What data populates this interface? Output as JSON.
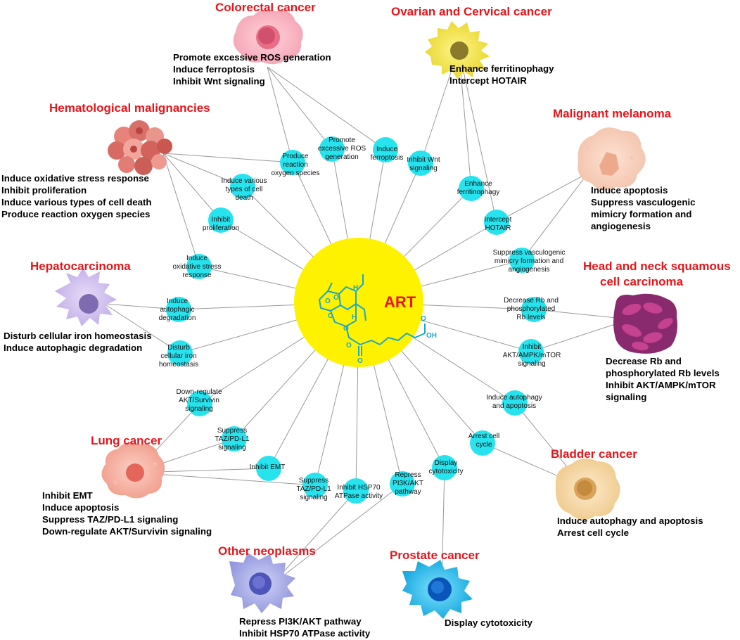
{
  "center": {
    "label": "ART",
    "color": "#fff200",
    "label_color": "#e8141a"
  },
  "colors": {
    "title": "#e8141a",
    "node": "#27e3ee",
    "line": "#9a9a9a",
    "molecule": "#1aa7c8"
  },
  "cancers": {
    "colorectal": {
      "title": "Colorectal cancer",
      "icon": "pink-cell",
      "effects": [
        "Promote excessive ROS generation",
        "Induce ferroptosis",
        "Inhibit Wnt signaling"
      ]
    },
    "ovarian": {
      "title": "Ovarian and Cervical cancer",
      "icon": "yellow-cell",
      "effects": [
        "Enhance ferritinophagy",
        "Intercept HOTAIR"
      ]
    },
    "hematological": {
      "title": "Hematological malignancies",
      "icon": "cell-cluster",
      "effects": [
        "Induce oxidative stress response",
        "Inhibit proliferation",
        "Induce various types of cell death",
        "Produce reaction oxygen species"
      ]
    },
    "melanoma": {
      "title": "Malignant melanoma",
      "icon": "peach-cell",
      "effects": [
        "Induce apoptosis",
        "Suppress vasculogenic",
        "mimicry formation and",
        "angiogenesis"
      ]
    },
    "hepatocarcinoma": {
      "title": "Hepatocarcinoma",
      "icon": "purple-cell",
      "effects": [
        "Disturb cellular iron homeostasis",
        "Induce autophagic degradation"
      ]
    },
    "headneck": {
      "title": "Head and neck squamous",
      "title2": "cell carcinoma",
      "icon": "tissue",
      "effects": [
        "Decrease Rb and",
        "phosphorylated Rb levels",
        "Inhibit AKT/AMPK/mTOR",
        "signaling"
      ]
    },
    "lung": {
      "title": "Lung cancer",
      "icon": "salmon-cell",
      "effects": [
        "Inhibit EMT",
        "Induce apoptosis",
        "Suppress TAZ/PD-L1 signaling",
        "Down-regulate AKT/Survivin signaling"
      ]
    },
    "bladder": {
      "title": "Bladder cancer",
      "icon": "tan-cell",
      "effects": [
        "Induce autophagy and apoptosis",
        "Arrest cell cycle"
      ]
    },
    "other": {
      "title": "Other neoplasms",
      "icon": "violet-cell",
      "effects": [
        "Repress PI3K/AKT pathway",
        "Inhibit HSP70 ATPase activity"
      ]
    },
    "prostate": {
      "title": "Prostate cancer",
      "icon": "blue-cell",
      "effects": [
        "Display cytotoxicity"
      ]
    }
  },
  "mechanisms": [
    {
      "id": "produce-ros",
      "lines": [
        "Produce",
        "reaction",
        "oxygen species"
      ]
    },
    {
      "id": "promote-ros",
      "lines": [
        "Promote",
        "excessive ROS",
        "generation"
      ]
    },
    {
      "id": "induce-ferroptosis",
      "lines": [
        "Induce",
        "ferroptosis"
      ]
    },
    {
      "id": "inhibit-wnt",
      "lines": [
        "Inhibit Wnt",
        "signaling"
      ]
    },
    {
      "id": "induce-cell-death",
      "lines": [
        "Induce various",
        "types of cell",
        "death"
      ]
    },
    {
      "id": "enhance-ferritinophagy",
      "lines": [
        "Enhance",
        "ferritinophagy"
      ]
    },
    {
      "id": "inhibit-proliferation",
      "lines": [
        "Inhibit",
        "proliferation"
      ]
    },
    {
      "id": "intercept-hotair",
      "lines": [
        "Intercept",
        "HOTAIR"
      ]
    },
    {
      "id": "oxidative-stress",
      "lines": [
        "Induce",
        "oxidative stress",
        "response"
      ]
    },
    {
      "id": "suppress-vasculogenic",
      "lines": [
        "Suppress vasculogenic",
        "mimicry formation and",
        "angiogenesis"
      ]
    },
    {
      "id": "autophagic-degradation",
      "lines": [
        "Induce",
        "autophagic",
        "degradation"
      ]
    },
    {
      "id": "decrease-rb",
      "lines": [
        "Decrease Rb and",
        "phosphorylated",
        "Rb levels"
      ]
    },
    {
      "id": "iron-homeostasis",
      "lines": [
        "Disturb",
        "cellular iron",
        "homeostasis"
      ]
    },
    {
      "id": "inhibit-akt",
      "lines": [
        "Inhibit",
        "AKT/AMPK/mTOR",
        "signaling"
      ]
    },
    {
      "id": "akt-survivin",
      "lines": [
        "Down-regulate",
        "AKT/Survivin",
        "signaling"
      ]
    },
    {
      "id": "autophagy-apoptosis",
      "lines": [
        "Induce autophagy",
        "and apoptosis"
      ]
    },
    {
      "id": "taz-upper",
      "lines": [
        "Suppress",
        "TAZ/PD-L1",
        "signaling"
      ]
    },
    {
      "id": "arrest-cell-cycle",
      "lines": [
        "Arrest cell",
        "cycle"
      ]
    },
    {
      "id": "inhibit-emt",
      "lines": [
        "Inhibit EMT"
      ]
    },
    {
      "id": "display-cytotoxicity",
      "lines": [
        "Display",
        "cytotoxicity"
      ]
    },
    {
      "id": "taz-lower",
      "lines": [
        "Suppress",
        "TAZ/PD-L1",
        "signaling"
      ]
    },
    {
      "id": "inhibit-hsp70",
      "lines": [
        "Inhibit HSP70",
        "ATPase activity"
      ]
    },
    {
      "id": "repress-pi3k",
      "lines": [
        "Repress",
        "PI3K/AKT",
        "pathway"
      ]
    }
  ]
}
